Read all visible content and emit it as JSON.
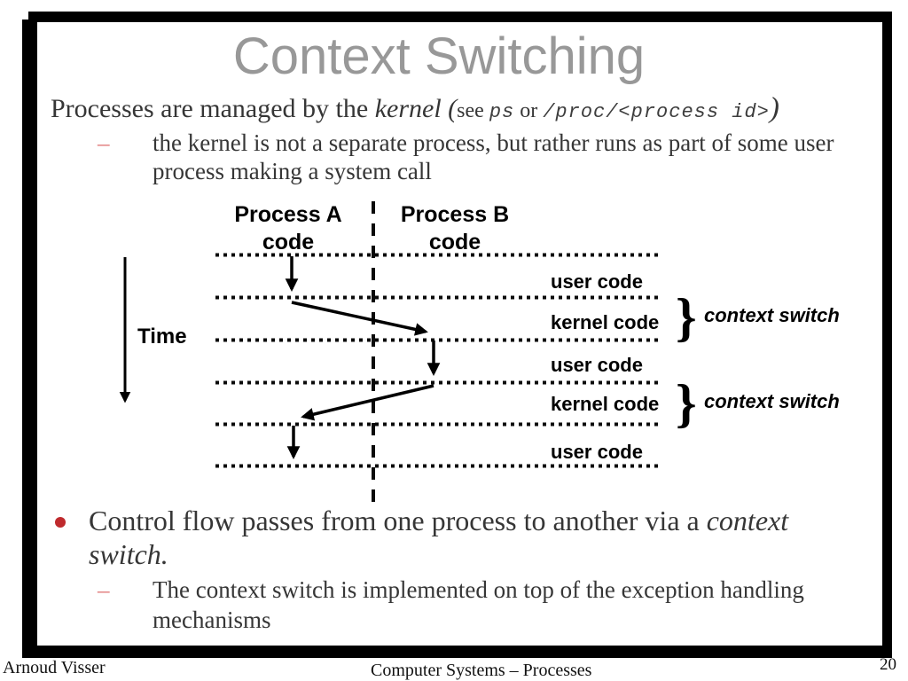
{
  "slide": {
    "title": "Context Switching",
    "body": {
      "intro": {
        "pre": "Processes are managed by the ",
        "kernel_italic": "kernel (",
        "see": "see ",
        "ps_code": "ps",
        "or": " or ",
        "proc_code": "/proc/<process id>",
        "close_paren": ")"
      },
      "sub1_dash": "–",
      "sub1_line1": "the kernel is not a separate process, but rather runs as part of some user",
      "sub1_line2": "process making a system call",
      "bullet2_line1": "Control flow passes from one process to another via a ",
      "bullet2_line1_italic": "context",
      "bullet2_line2_italic": "switch.",
      "sub2_dash": "–",
      "sub2_line1": "The context switch is implemented on top of the exception handling",
      "sub2_line2": "mechanisms"
    },
    "diagram": {
      "process_a_line1": "Process A",
      "process_a_line2": "code",
      "process_b_line1": "Process B",
      "process_b_line2": "code",
      "time_label": "Time",
      "row_labels": [
        "user code",
        "kernel code",
        "user code",
        "kernel code",
        "user code"
      ],
      "brace_1": "}",
      "brace_2": "}",
      "context_switch_1": "context switch",
      "context_switch_2": "context switch"
    }
  },
  "footer": {
    "author": "Arnoud Visser",
    "course": "Computer Systems – Processes",
    "page_number": "20"
  },
  "colors": {
    "title_gray": "#989898",
    "body_text": "#363636",
    "accent_red": "#bf2a2d",
    "dash_pink": "#e07a7a",
    "diagram_black": "#000000"
  }
}
